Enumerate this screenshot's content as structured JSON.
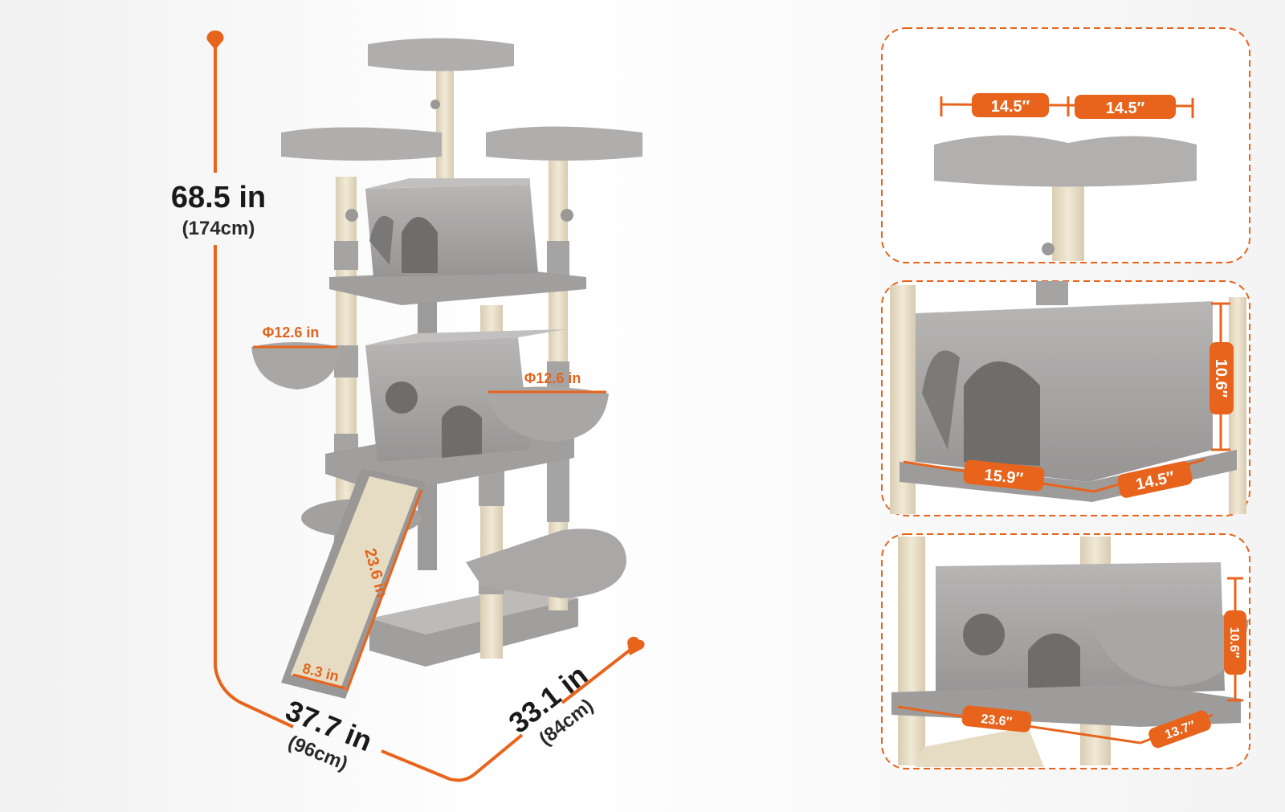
{
  "colors": {
    "accent": "#e8641c",
    "plush": "#a9a6a6",
    "plush_dark": "#8f8c8c",
    "sisal": "#e9dfc9",
    "panel_border": "#e8641c"
  },
  "main": {
    "height": {
      "value": "68.5 in",
      "metric": "(174cm)"
    },
    "width": {
      "value": "37.7 in",
      "metric": "(96cm)"
    },
    "depth": {
      "value": "33.1 in",
      "metric": "(84cm)"
    },
    "basket_left": "Φ12.6 in",
    "basket_right": "Φ12.6 in",
    "ramp_length": "23.6 in",
    "ramp_width": "8.3 in"
  },
  "panel_top": {
    "width_a": "14.5″",
    "width_b": "14.5″"
  },
  "panel_middle": {
    "height": "10.6″",
    "width": "15.9″",
    "depth": "14.5″"
  },
  "panel_bottom": {
    "height": "10.6″",
    "width": "23.6″",
    "depth": "13.7″"
  }
}
